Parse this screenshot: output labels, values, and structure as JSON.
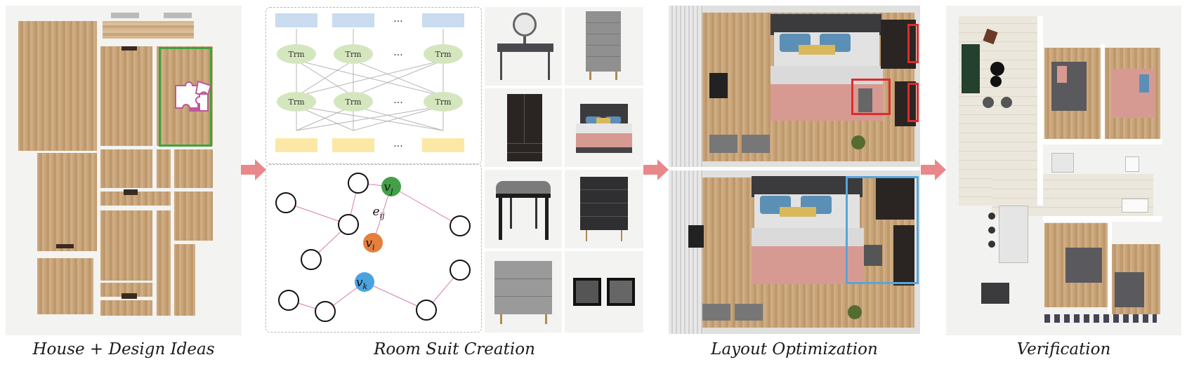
{
  "captions": {
    "house": "House + Design Ideas",
    "suit": "Room Suit Creation",
    "layout": "Layout Optimization",
    "verify": "Verification"
  },
  "transformer": {
    "node_label": "Trm",
    "ellipsis": "···"
  },
  "graph": {
    "vj": "v",
    "vj_sub": "j",
    "vi": "v",
    "vi_sub": "i",
    "vk": "v",
    "vk_sub": "k",
    "edge": "e",
    "edge_sub": "ij"
  },
  "colors": {
    "arrow": "#e8888a",
    "green_box": "#3da33d",
    "red_box": "#dd2b2b",
    "blue_box": "#56a6db",
    "input_token": "#fce8a6",
    "output_token": "#c9dcf0",
    "trm_node": "#d4e6be",
    "node_green": "#43a047",
    "node_orange": "#e67e3c",
    "node_blue": "#4aa3df",
    "graph_edge": "#d97ab0"
  }
}
